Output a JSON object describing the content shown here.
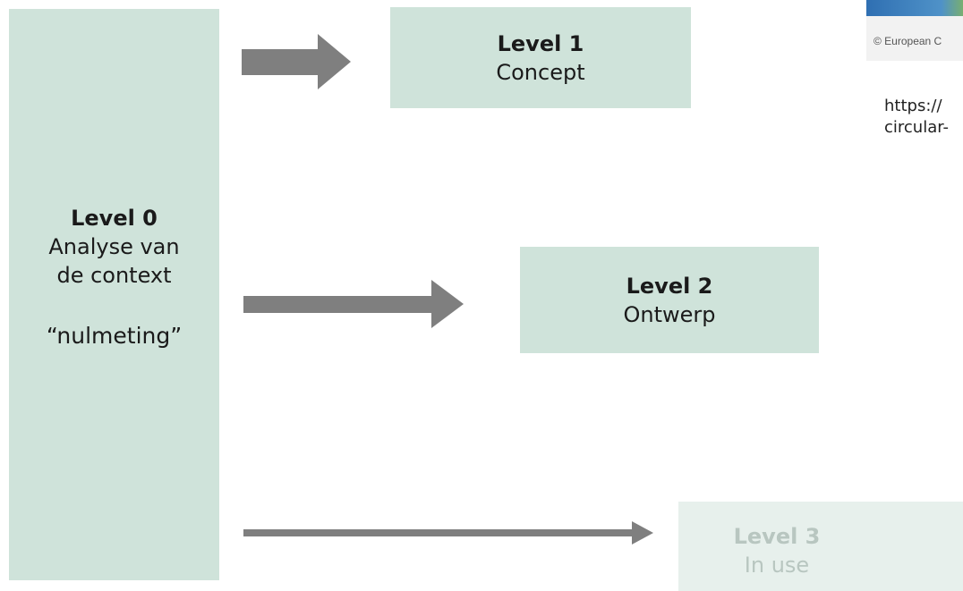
{
  "level0": {
    "title": "Level 0",
    "line1": "Analyse van",
    "line2": "de context",
    "quote": "“nulmeting”"
  },
  "level1": {
    "title": "Level 1",
    "subtitle": "Concept"
  },
  "level2": {
    "title": "Level 2",
    "subtitle": "Ontwerp"
  },
  "level3": {
    "title": "Level 3",
    "subtitle": "In use"
  },
  "image": {
    "caption": "© European C"
  },
  "link": {
    "line1": "https://",
    "line2": "circular-"
  },
  "colors": {
    "box": "#cfe3da",
    "box_faded": "#e7f0ec",
    "arrow": "#7f7f7f"
  }
}
